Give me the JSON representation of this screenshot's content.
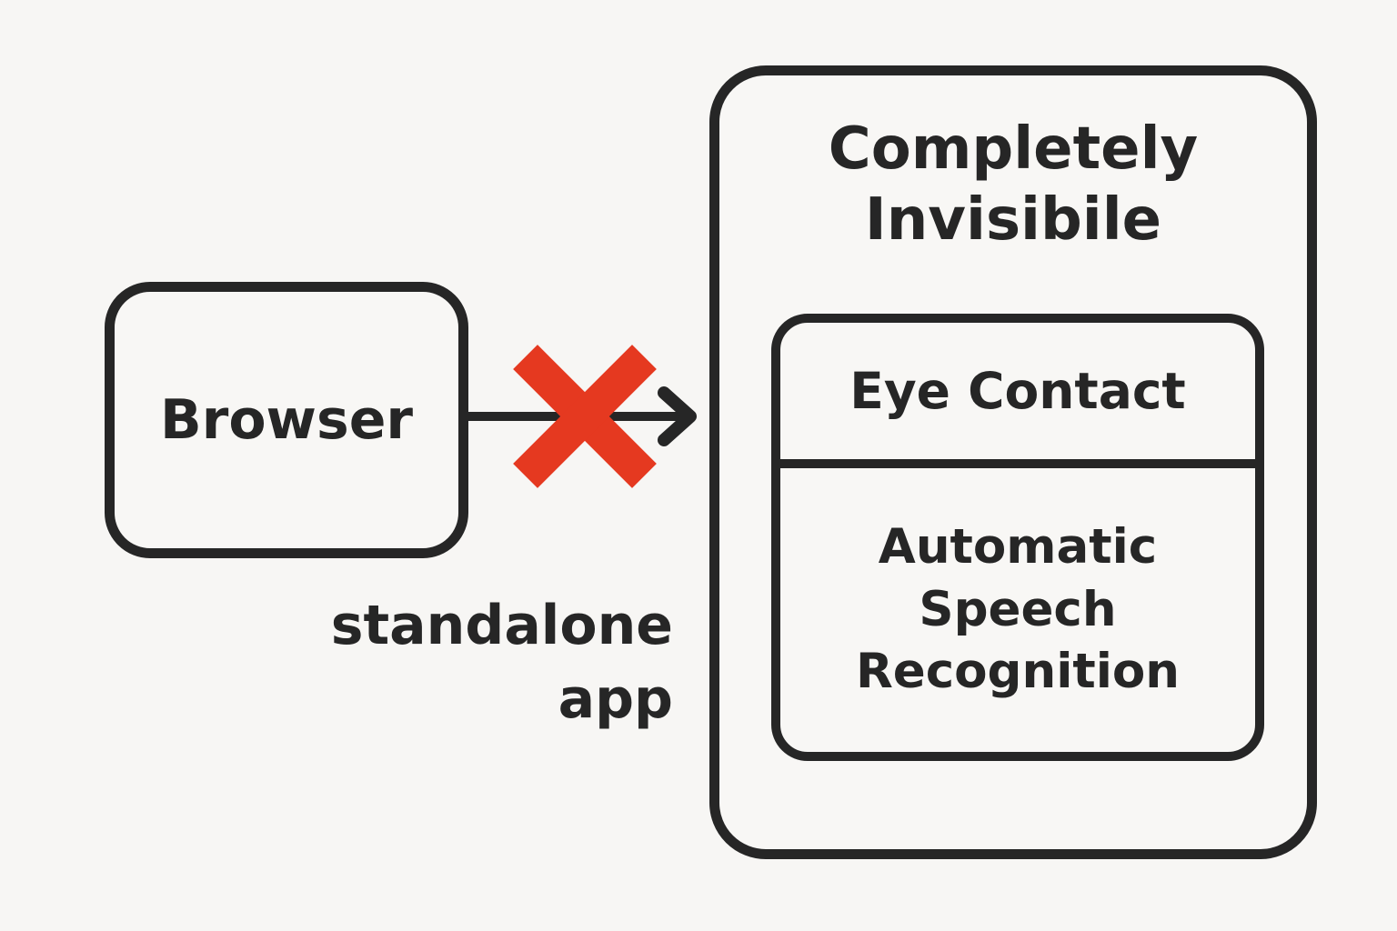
{
  "diagram": {
    "colors": {
      "background": "#f7f6f4",
      "stroke": "#262626",
      "blocked_red": "#e53920"
    },
    "browser_box": {
      "label": "Browser"
    },
    "arrow": {
      "caption_lines": [
        "standalone",
        "app"
      ],
      "blocked": "true"
    },
    "invisible_box": {
      "title": "Completely Invisibile",
      "inner_box": {
        "sections": [
          {
            "label": "Eye Contact"
          },
          {
            "label": "Automatic Speech Recognition"
          }
        ]
      }
    }
  }
}
